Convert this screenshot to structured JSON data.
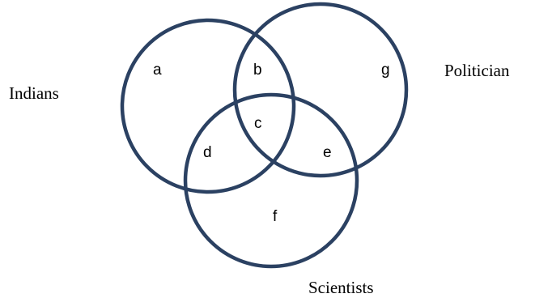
{
  "diagram": {
    "sets": [
      {
        "name": "Indians"
      },
      {
        "name": "Politician"
      },
      {
        "name": "Scientists"
      }
    ],
    "regions": {
      "a": "a",
      "b": "b",
      "c": "c",
      "d": "d",
      "e": "e",
      "f": "f",
      "g": "g"
    },
    "stroke_color": "#2b4162"
  }
}
